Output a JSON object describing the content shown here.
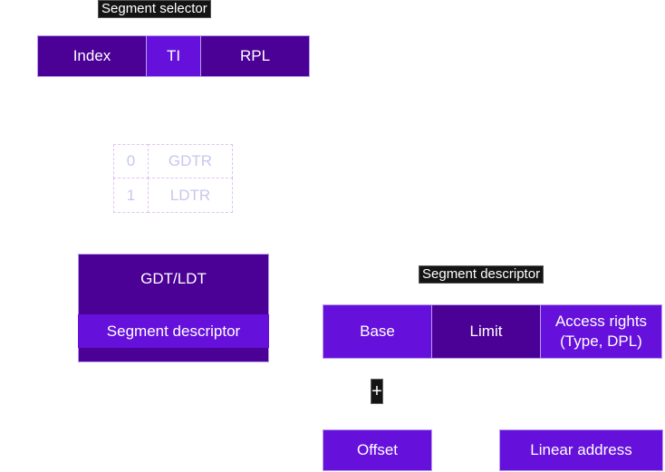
{
  "selector": {
    "title": "Segment selector",
    "fields": [
      "Index",
      "TI",
      "RPL"
    ]
  },
  "ti_table": {
    "rows": [
      {
        "bit": "0",
        "register": "GDTR"
      },
      {
        "bit": "1",
        "register": "LDTR"
      }
    ]
  },
  "table": {
    "title": "GDT/LDT",
    "entry": "Segment descriptor"
  },
  "descriptor": {
    "title": "Segment descriptor",
    "fields": [
      "Base",
      "Limit",
      "Access rights\n(Type, DPL)"
    ],
    "access_line1": "Access rights",
    "access_line2": "(Type, DPL)"
  },
  "operator": "+",
  "offset": "Offset",
  "result": "Linear address",
  "colors": {
    "dark_purple": "#4b0096",
    "bright_purple": "#6610dc",
    "border": "#b89cf0",
    "dashed": "#e0c4f4"
  }
}
